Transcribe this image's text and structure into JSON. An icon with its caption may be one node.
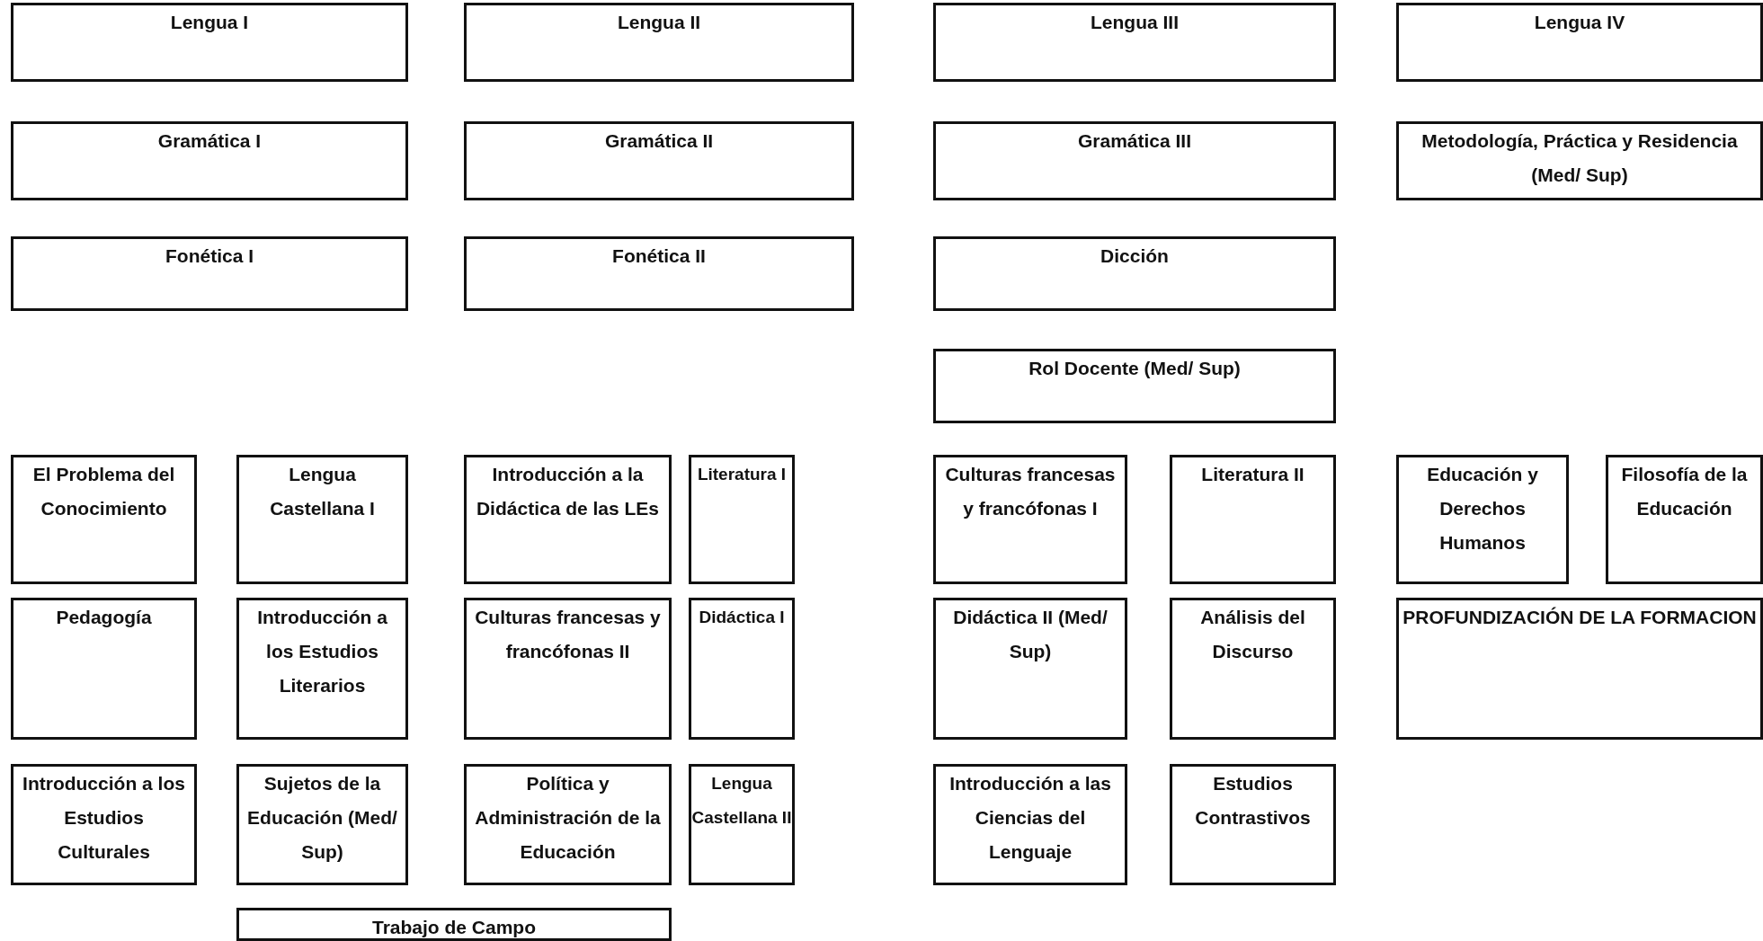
{
  "diagram": {
    "nodes": [
      {
        "text": [
          "Lengua I"
        ]
      },
      {
        "text": [
          "Lengua II"
        ]
      },
      {
        "text": [
          "Lengua III"
        ]
      },
      {
        "text": [
          "Lengua IV"
        ]
      },
      {
        "text": [
          "Gramática I"
        ]
      },
      {
        "text": [
          "Gramática II"
        ]
      },
      {
        "text": [
          "Gramática III"
        ]
      },
      {
        "text": [
          "Metodología, Práctica y Residencia (Med/ Sup)"
        ]
      },
      {
        "text": [
          "Fonética I"
        ]
      },
      {
        "text": [
          "Fonética II"
        ]
      },
      {
        "text": [
          "Dicción"
        ]
      },
      {
        "text": [
          "Rol Docente (Med/ Sup)"
        ]
      },
      {
        "text": [
          "El Problema del Conocimiento"
        ]
      },
      {
        "text": [
          "Lengua Castellana I"
        ]
      },
      {
        "text": [
          "Introducción a la Didáctica de las LEs"
        ]
      },
      {
        "text": [
          "Literatura I"
        ]
      },
      {
        "text": [
          "Culturas francesas y francófonas I"
        ]
      },
      {
        "text": [
          "Literatura II"
        ]
      },
      {
        "text": [
          "Educación y Derechos Humanos"
        ]
      },
      {
        "text": [
          "Filosofía de la Educación"
        ]
      },
      {
        "text": [
          "Pedagogía"
        ]
      },
      {
        "text": [
          "Introducción a los Estudios Literarios"
        ]
      },
      {
        "text": [
          "Culturas francesas y francófonas II"
        ]
      },
      {
        "text": [
          "Didáctica I"
        ]
      },
      {
        "text": [
          "Didáctica II (Med/ Sup)"
        ]
      },
      {
        "text": [
          "Análisis del Discurso"
        ]
      },
      {
        "text": [
          "PROFUNDIZACIÓN DE LA FORMACION"
        ]
      },
      {
        "text": [
          "Introducción a los Estudios Culturales"
        ]
      },
      {
        "text": [
          "Sujetos de la Educación (Med/ Sup)"
        ]
      },
      {
        "text": [
          "Política y Administración de la Educación"
        ]
      },
      {
        "text": [
          "Lengua Castellana II"
        ]
      },
      {
        "text": [
          "Introducción a las Ciencias del Lenguaje"
        ]
      },
      {
        "text": [
          "Estudios Contrastivos"
        ]
      },
      {
        "text": [
          "Trabajo de Campo"
        ]
      }
    ],
    "edges": []
  }
}
